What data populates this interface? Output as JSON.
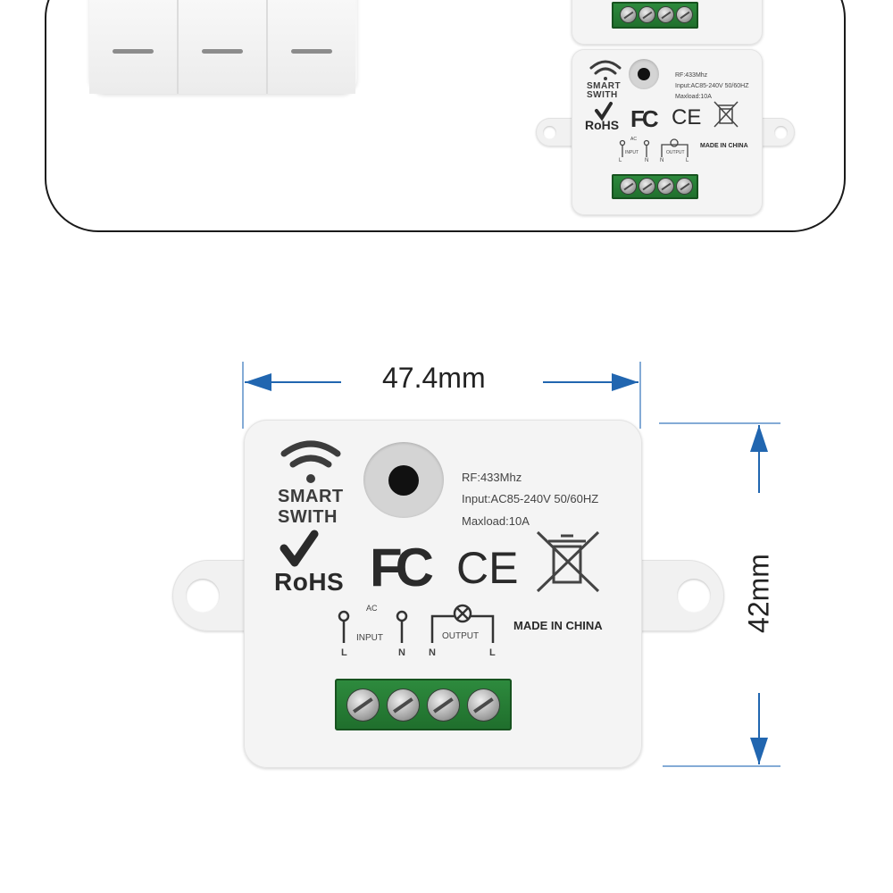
{
  "module": {
    "brand_line1": "SMART",
    "brand_line2": "SWITH",
    "spec_rf": "RF:433Mhz",
    "spec_input": "Input:AC85-240V 50/60HZ",
    "spec_maxload": "Maxload:10A",
    "mark_rohs": "RoHS",
    "mark_fcc": "FC",
    "mark_ce": "CE",
    "origin": "MADE IN CHINA",
    "wiring": {
      "ac": "AC",
      "input": "INPUT",
      "output": "OUTPUT",
      "l1": "L",
      "n1": "N",
      "n2": "N",
      "l2": "L"
    }
  },
  "dimensions": {
    "width": "47.4mm",
    "height": "42mm"
  },
  "icons": {
    "wifi": "wifi-icon",
    "check": "check-icon",
    "bin": "crossed-bin-icon",
    "lamp": "lamp-icon"
  },
  "colors": {
    "dimension_blue": "#2166b0",
    "terminal_green": "#2e8b3e",
    "module_white": "#f4f4f4"
  }
}
